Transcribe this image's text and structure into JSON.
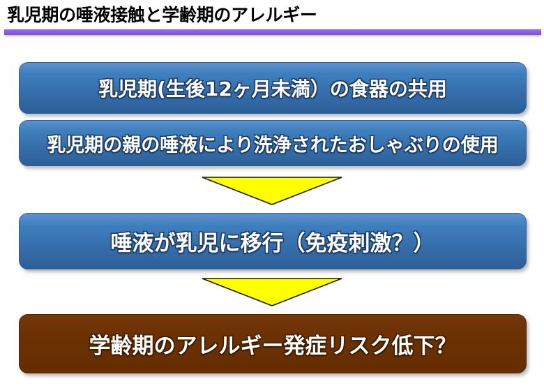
{
  "slide": {
    "title": "乳児期の唾液接触と学齢期のアレルギー",
    "accent_color": "#8a5fe6",
    "box_blue_color": "#3f7ebd",
    "box_brown_color": "#6b3103",
    "arrow_color": "#ffff00"
  },
  "flow": {
    "boxes": [
      {
        "id": "dish-sharing",
        "label": "乳児期(生後12ヶ月未満）の食器の共用",
        "style": "blue"
      },
      {
        "id": "pacifier-use",
        "label": "乳児期の親の唾液により洗浄されたおしゃぶりの使用",
        "style": "blue"
      },
      {
        "id": "saliva-transfer",
        "label": "唾液が乳児に移行（免疫刺激？）",
        "style": "blue"
      },
      {
        "id": "allergy-outcome",
        "label": "学齢期のアレルギー発症リスク低下？",
        "style": "brown"
      }
    ],
    "arrows": [
      {
        "id": "arrow-1",
        "icon": "arrow-down-icon"
      },
      {
        "id": "arrow-2",
        "icon": "arrow-down-icon"
      }
    ]
  }
}
